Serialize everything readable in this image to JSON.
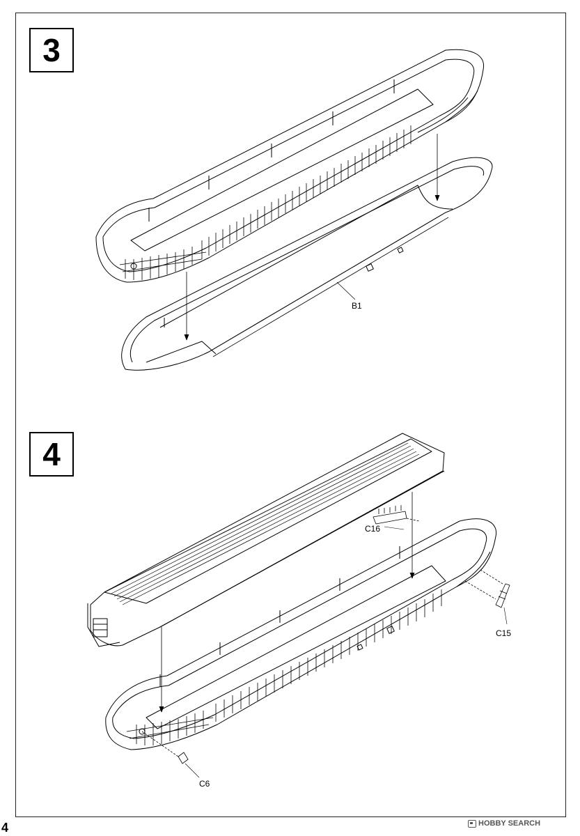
{
  "page": {
    "number": "4"
  },
  "steps": [
    {
      "number": "3",
      "callouts": [
        "B1"
      ]
    },
    {
      "number": "4",
      "callouts": [
        "C16",
        "C15",
        "C6"
      ]
    }
  ],
  "watermark": {
    "text": "HOBBY SEARCH"
  }
}
